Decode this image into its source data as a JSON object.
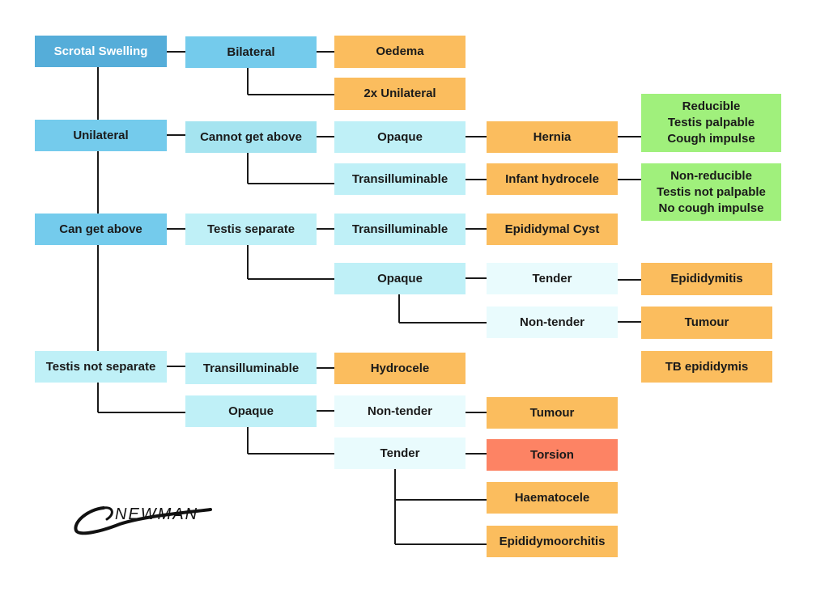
{
  "diagram": {
    "title": "Scrotal Swelling",
    "colors": {
      "root": "#55add9",
      "level1": "#74cbec",
      "level2": "#bff0f7",
      "level3": "#e9fbfd",
      "diagnosis": "#fbbd5e",
      "emergency": "#fd8364",
      "feature": "#a0f07c",
      "line": "#1a1a1a"
    },
    "nodes": {
      "root": "Scrotal Swelling",
      "bilateral": "Bilateral",
      "oedema": "Oedema",
      "two_unilateral": "2x Unilateral",
      "unilateral": "Unilateral",
      "cannot_get_above": "Cannot get above",
      "cga_opaque": "Opaque",
      "hernia": "Hernia",
      "hernia_features": "Reducible\nTestis palpable\nCough impulse",
      "cga_transilluminable": "Transilluminable",
      "infant_hydrocele": "Infant hydrocele",
      "infant_hydrocele_features": "Non-reducible\nTestis not palpable\nNo cough impulse",
      "can_get_above": "Can get above",
      "testis_separate": "Testis separate",
      "ts_transilluminable": "Transilluminable",
      "epididymal_cyst": "Epididymal Cyst",
      "ts_opaque": "Opaque",
      "ts_tender": "Tender",
      "epididymitis": "Epididymitis",
      "ts_non_tender": "Non-tender",
      "ts_tumour": "Tumour",
      "tb_epididymis": "TB epididymis",
      "testis_not_separate": "Testis not separate",
      "tns_transilluminable": "Transilluminable",
      "hydrocele": "Hydrocele",
      "tns_opaque": "Opaque",
      "tns_non_tender": "Non-tender",
      "tns_tumour": "Tumour",
      "tns_tender": "Tender",
      "torsion": "Torsion",
      "haematocele": "Haematocele",
      "epididymoorchitis": "Epididymoorchitis"
    },
    "edges": [
      [
        "root",
        "bilateral"
      ],
      [
        "bilateral",
        "oedema"
      ],
      [
        "bilateral",
        "two_unilateral"
      ],
      [
        "root",
        "unilateral"
      ],
      [
        "unilateral",
        "cannot_get_above"
      ],
      [
        "cannot_get_above",
        "cga_opaque"
      ],
      [
        "cga_opaque",
        "hernia"
      ],
      [
        "hernia",
        "hernia_features"
      ],
      [
        "cannot_get_above",
        "cga_transilluminable"
      ],
      [
        "cga_transilluminable",
        "infant_hydrocele"
      ],
      [
        "infant_hydrocele",
        "infant_hydrocele_features"
      ],
      [
        "unilateral",
        "can_get_above"
      ],
      [
        "can_get_above",
        "testis_separate"
      ],
      [
        "testis_separate",
        "ts_transilluminable"
      ],
      [
        "ts_transilluminable",
        "epididymal_cyst"
      ],
      [
        "testis_separate",
        "ts_opaque"
      ],
      [
        "ts_opaque",
        "ts_tender"
      ],
      [
        "ts_tender",
        "epididymitis"
      ],
      [
        "ts_opaque",
        "ts_non_tender"
      ],
      [
        "ts_non_tender",
        "ts_tumour"
      ],
      [
        "can_get_above",
        "testis_not_separate"
      ],
      [
        "testis_not_separate",
        "tns_transilluminable"
      ],
      [
        "tns_transilluminable",
        "hydrocele"
      ],
      [
        "testis_not_separate",
        "tns_opaque"
      ],
      [
        "tns_opaque",
        "tns_non_tender"
      ],
      [
        "tns_non_tender",
        "tns_tumour"
      ],
      [
        "tns_opaque",
        "tns_tender"
      ],
      [
        "tns_tender",
        "torsion"
      ],
      [
        "tns_tender",
        "haematocele"
      ],
      [
        "tns_tender",
        "epididymoorchitis"
      ]
    ]
  },
  "signature": "NEWMAN"
}
